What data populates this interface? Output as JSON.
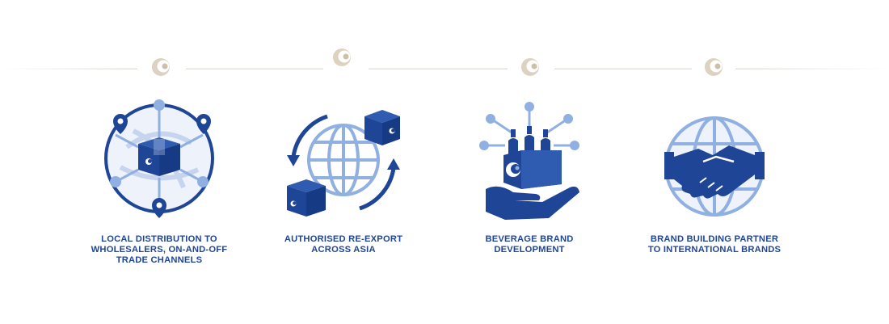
{
  "colors": {
    "primary": "#1f4597",
    "light_blue": "#8fb0e0",
    "divider_line": "#e6dfd2",
    "logo_mark": "#cdbfa8"
  },
  "divider": {
    "logo_icon": "crescent-logo-icon",
    "logo_count": 4
  },
  "features": [
    {
      "icon": "distribution-network-icon",
      "lines": [
        "LOCAL DISTRIBUTION TO",
        "WHOLESALERS, ON-AND-OFF",
        "TRADE CHANNELS"
      ]
    },
    {
      "icon": "globe-re-export-icon",
      "lines": [
        "AUTHORISED RE-EXPORT",
        "ACROSS ASIA"
      ]
    },
    {
      "icon": "beverage-brand-icon",
      "lines": [
        "BEVERAGE BRAND",
        "DEVELOPMENT"
      ]
    },
    {
      "icon": "handshake-globe-icon",
      "lines": [
        "BRAND BUILDING PARTNER",
        "TO INTERNATIONAL BRANDS"
      ]
    }
  ]
}
